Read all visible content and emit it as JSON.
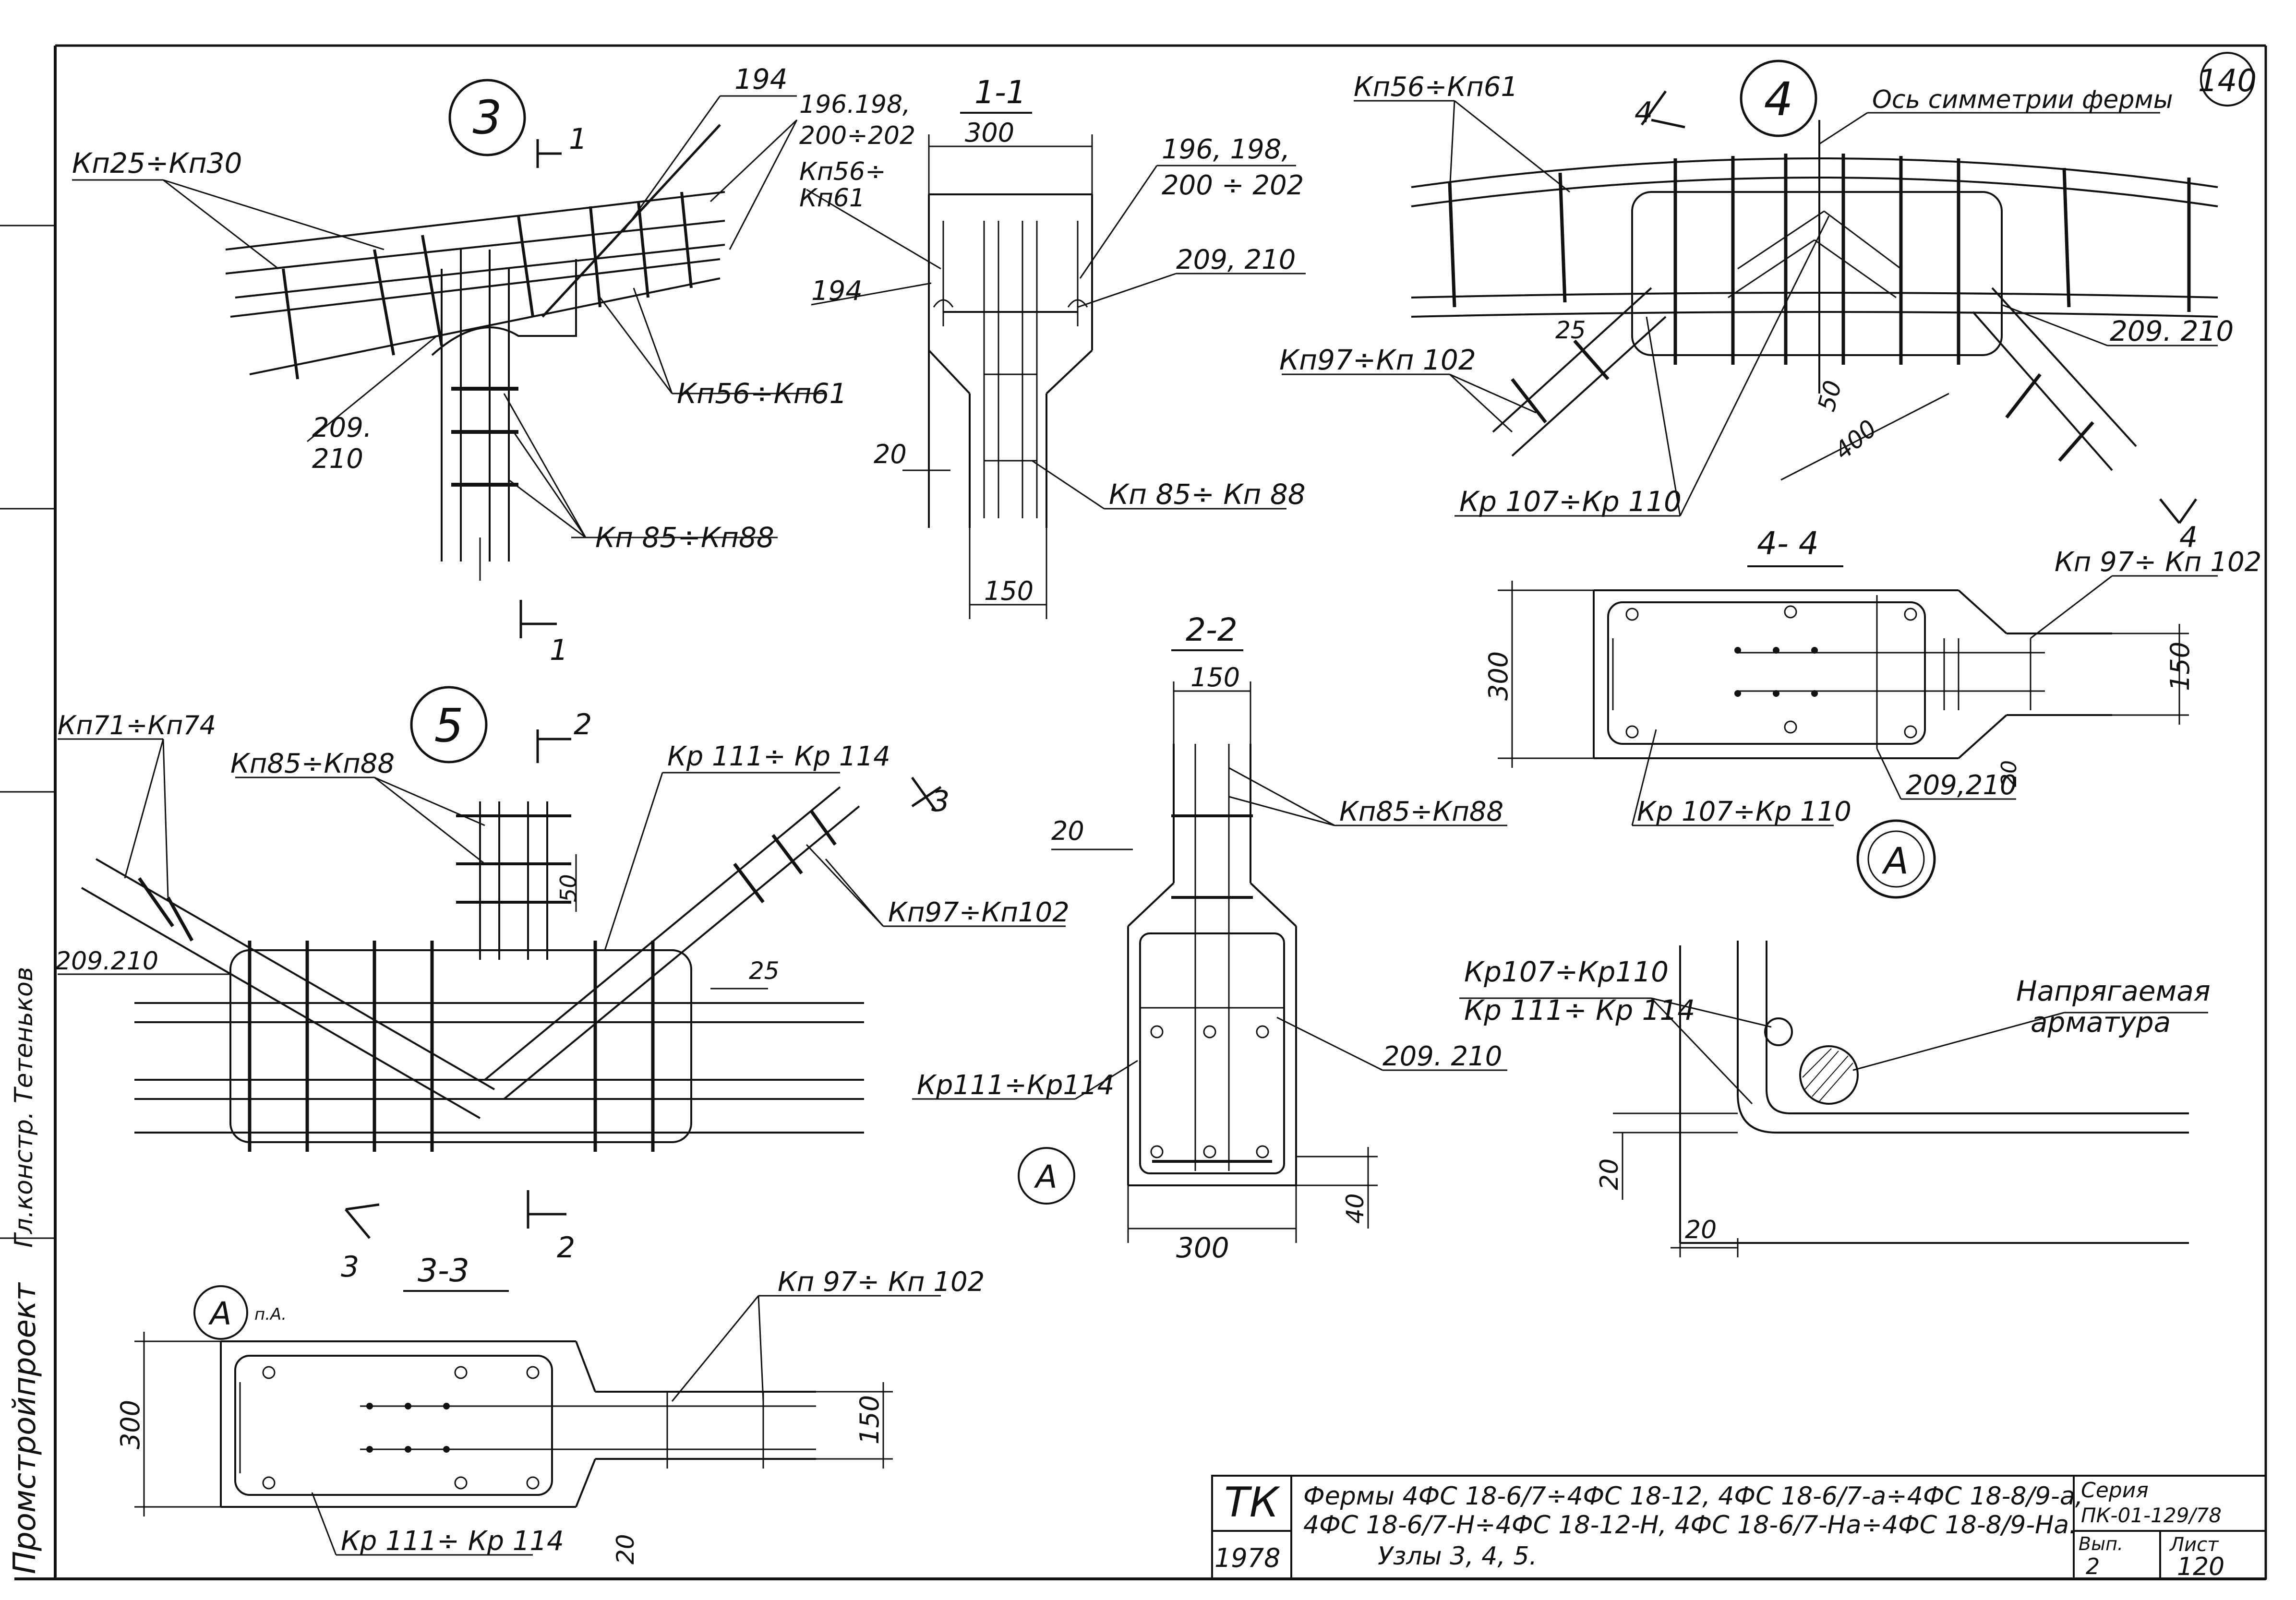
{
  "sheet": {
    "number": "140",
    "axis_label": "Ось симметрии фермы"
  },
  "sidebar": {
    "org": "Промстройпроект",
    "signatures": "Гл.констр. Тетеньков"
  },
  "node3": {
    "id": "3",
    "labels": [
      "Кп25÷Кп30",
      "194",
      "196.198,",
      "200÷202",
      "209.",
      "210",
      "Кп56÷Кп61",
      "Кп 85÷Кп88"
    ],
    "section_marks": [
      "1",
      "1"
    ]
  },
  "section11": {
    "title": "1-1",
    "labels": [
      "Кп56÷",
      "Кп61",
      "196, 198,",
      "200 ÷ 202",
      "194",
      "209, 210",
      "Кп 85÷ Кп 88"
    ],
    "dims": [
      "300",
      "20",
      "150"
    ]
  },
  "node4": {
    "id": "4",
    "labels": [
      "Кп56÷Кп61",
      "Кп97÷Кп 102",
      "Кр 107÷Кр 110",
      "209. 210"
    ],
    "dims": [
      "25",
      "50",
      "400"
    ],
    "section_marks": [
      "4",
      "4"
    ]
  },
  "section44": {
    "title": "4- 4",
    "labels": [
      "Кп 97÷ Кп 102",
      "209,210",
      "Кр 107÷Кр 110"
    ],
    "dims": [
      "300",
      "150",
      "20"
    ]
  },
  "node5": {
    "id": "5",
    "labels": [
      "Кп71÷Кп74",
      "Кп85÷Кп88",
      "Кр 111÷ Кр 114",
      "209.210",
      "Кп97÷Кп102"
    ],
    "dims": [
      "50",
      "25"
    ],
    "section_marks": [
      "2",
      "2",
      "3",
      "3"
    ]
  },
  "section22": {
    "title": "2-2",
    "labels": [
      "Кп85÷Кп88",
      "Кр111÷Кр114",
      "209. 210"
    ],
    "dims": [
      "150",
      "20",
      "300",
      "40"
    ]
  },
  "section33": {
    "title": "3-3",
    "callout": "А",
    "callout_note": "п.А.",
    "labels": [
      "Кп 97÷ Кп 102",
      "Кр 111÷ Кр 114"
    ],
    "dims": [
      "300",
      "150",
      "20"
    ]
  },
  "detailA": {
    "id": "А",
    "callout_22": "А",
    "labels": [
      "Кр107÷Кр110",
      "Кр 111÷ Кр 114",
      "Напрягаемая",
      "арматура"
    ],
    "dims": [
      "20",
      "20"
    ]
  },
  "title_block": {
    "code": "ТК",
    "year": "1978",
    "title_line1": "Фермы 4ФС 18-6/7÷4ФС 18-12, 4ФС 18-6/7-а÷4ФС 18-8/9-а,",
    "title_line2": "4ФС 18-6/7-Н÷4ФС 18-12-Н, 4ФС 18-6/7-На÷4ФС 18-8/9-На.",
    "title_line3": "Узлы 3, 4, 5.",
    "series_label": "Серия",
    "series_value": "ПК-01-129/78",
    "issue_label": "Вып.",
    "issue_value": "2",
    "sheet_label": "Лист",
    "sheet_value": "120"
  },
  "colors": {
    "ink": "#111111",
    "paper": "#ffffff"
  }
}
